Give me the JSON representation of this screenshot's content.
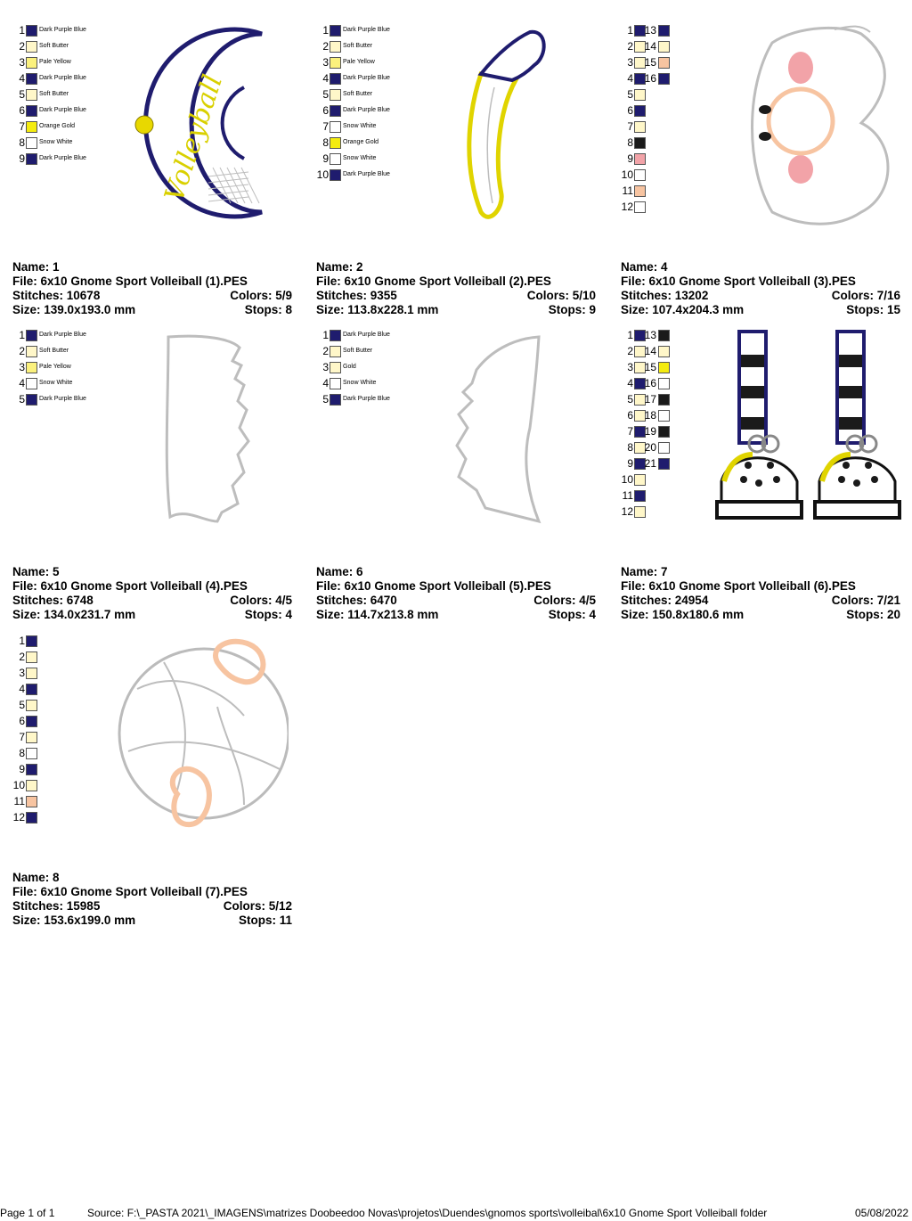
{
  "colors": {
    "Dark Purple Blue": "#1f1c6e",
    "Soft Butter": "#fff7c9",
    "Pale Yellow": "#fbf17d",
    "Orange Gold": "#f4ec10",
    "Gold": "#f6ea3a",
    "Snow White": "#ffffff",
    "Black": "#1a1a1a",
    "Pink": "#f2a3a8",
    "Peach": "#f7c4a1"
  },
  "labels": {
    "name": "Name:",
    "file": "File:",
    "stitches": "Stitches:",
    "colors": "Colors:",
    "size": "Size:",
    "stops": "Stops:"
  },
  "designs": [
    {
      "name": "1",
      "file": "6x10 Gnome Sport Volleiball (1).PES",
      "stitches": "10678",
      "colors": "5/9",
      "size": "139.0x193.0 mm",
      "stops": "8",
      "color_list": [
        {
          "n": "1",
          "c": "Dark Purple Blue",
          "label": "Dark Purple Blue"
        },
        {
          "n": "2",
          "c": "Soft Butter",
          "label": "Soft Butter"
        },
        {
          "n": "3",
          "c": "Pale Yellow",
          "label": "Pale Yellow"
        },
        {
          "n": "4",
          "c": "Dark Purple Blue",
          "label": "Dark Purple Blue"
        },
        {
          "n": "5",
          "c": "Soft Butter",
          "label": "Soft Butter"
        },
        {
          "n": "6",
          "c": "Dark Purple Blue",
          "label": "Dark Purple Blue"
        },
        {
          "n": "7",
          "c": "Orange Gold",
          "label": "Orange Gold"
        },
        {
          "n": "8",
          "c": "Snow White",
          "label": "Snow White"
        },
        {
          "n": "9",
          "c": "Dark Purple Blue",
          "label": "Dark Purple Blue"
        }
      ],
      "art_text": "Volleyball"
    },
    {
      "name": "2",
      "file": "6x10 Gnome Sport Volleiball (2).PES",
      "stitches": "9355",
      "colors": "5/10",
      "size": "113.8x228.1 mm",
      "stops": "9",
      "color_list": [
        {
          "n": "1",
          "c": "Dark Purple Blue",
          "label": "Dark Purple Blue"
        },
        {
          "n": "2",
          "c": "Soft Butter",
          "label": "Soft Butter"
        },
        {
          "n": "3",
          "c": "Pale Yellow",
          "label": "Pale Yellow"
        },
        {
          "n": "4",
          "c": "Dark Purple Blue",
          "label": "Dark Purple Blue"
        },
        {
          "n": "5",
          "c": "Soft Butter",
          "label": "Soft Butter"
        },
        {
          "n": "6",
          "c": "Dark Purple Blue",
          "label": "Dark Purple Blue"
        },
        {
          "n": "7",
          "c": "Snow White",
          "label": "Snow White"
        },
        {
          "n": "8",
          "c": "Orange Gold",
          "label": "Orange Gold"
        },
        {
          "n": "9",
          "c": "Snow White",
          "label": "Snow White"
        },
        {
          "n": "10",
          "c": "Dark Purple Blue",
          "label": "Dark Purple Blue"
        }
      ]
    },
    {
      "name": "4",
      "file": "6x10 Gnome Sport Volleiball (3).PES",
      "stitches": "13202",
      "colors": "7/16",
      "size": "107.4x204.3 mm",
      "stops": "15",
      "color_list": [
        {
          "n": "1",
          "c": "Dark Purple Blue",
          "n2": "13",
          "c2": "Dark Purple Blue"
        },
        {
          "n": "2",
          "c": "Soft Butter",
          "n2": "14",
          "c2": "Soft Butter"
        },
        {
          "n": "3",
          "c": "Soft Butter",
          "n2": "15",
          "c2": "Peach"
        },
        {
          "n": "4",
          "c": "Dark Purple Blue",
          "n2": "16",
          "c2": "Dark Purple Blue"
        },
        {
          "n": "5",
          "c": "Soft Butter"
        },
        {
          "n": "6",
          "c": "Dark Purple Blue"
        },
        {
          "n": "7",
          "c": "Soft Butter"
        },
        {
          "n": "8",
          "c": "Black"
        },
        {
          "n": "9",
          "c": "Pink"
        },
        {
          "n": "10",
          "c": "Snow White"
        },
        {
          "n": "11",
          "c": "Peach"
        },
        {
          "n": "12",
          "c": "Snow White"
        }
      ]
    },
    {
      "name": "5",
      "file": "6x10 Gnome Sport Volleiball (4).PES",
      "stitches": "6748",
      "colors": "4/5",
      "size": "134.0x231.7 mm",
      "stops": "4",
      "color_list": [
        {
          "n": "1",
          "c": "Dark Purple Blue",
          "label": "Dark Purple Blue"
        },
        {
          "n": "2",
          "c": "Soft Butter",
          "label": "Soft Butter"
        },
        {
          "n": "3",
          "c": "Pale Yellow",
          "label": "Pale Yellow"
        },
        {
          "n": "4",
          "c": "Snow White",
          "label": "Snow White"
        },
        {
          "n": "5",
          "c": "Dark Purple Blue",
          "label": "Dark Purple Blue"
        }
      ]
    },
    {
      "name": "6",
      "file": "6x10 Gnome Sport Volleiball (5).PES",
      "stitches": "6470",
      "colors": "4/5",
      "size": "114.7x213.8 mm",
      "stops": "4",
      "color_list": [
        {
          "n": "1",
          "c": "Dark Purple Blue",
          "label": "Dark Purple Blue"
        },
        {
          "n": "2",
          "c": "Soft Butter",
          "label": "Soft Butter"
        },
        {
          "n": "3",
          "c": "Soft Butter",
          "label": "Gold"
        },
        {
          "n": "4",
          "c": "Snow White",
          "label": "Snow White"
        },
        {
          "n": "5",
          "c": "Dark Purple Blue",
          "label": "Dark Purple Blue"
        }
      ]
    },
    {
      "name": "7",
      "file": "6x10 Gnome Sport Volleiball (6).PES",
      "stitches": "24954",
      "colors": "7/21",
      "size": "150.8x180.6 mm",
      "stops": "20",
      "color_list": [
        {
          "n": "1",
          "c": "Dark Purple Blue",
          "n2": "13",
          "c2": "Black"
        },
        {
          "n": "2",
          "c": "Soft Butter",
          "n2": "14",
          "c2": "Soft Butter"
        },
        {
          "n": "3",
          "c": "Soft Butter",
          "n2": "15",
          "c2": "Orange Gold"
        },
        {
          "n": "4",
          "c": "Dark Purple Blue",
          "n2": "16",
          "c2": "Snow White"
        },
        {
          "n": "5",
          "c": "Soft Butter",
          "n2": "17",
          "c2": "Black"
        },
        {
          "n": "6",
          "c": "Soft Butter",
          "n2": "18",
          "c2": "Snow White"
        },
        {
          "n": "7",
          "c": "Dark Purple Blue",
          "n2": "19",
          "c2": "Black"
        },
        {
          "n": "8",
          "c": "Soft Butter",
          "n2": "20",
          "c2": "Snow White"
        },
        {
          "n": "9",
          "c": "Dark Purple Blue",
          "n2": "21",
          "c2": "Dark Purple Blue"
        },
        {
          "n": "10",
          "c": "Soft Butter"
        },
        {
          "n": "11",
          "c": "Dark Purple Blue"
        },
        {
          "n": "12",
          "c": "Soft Butter"
        }
      ]
    },
    {
      "name": "8",
      "file": "6x10 Gnome Sport Volleiball (7).PES",
      "stitches": "15985",
      "colors": "5/12",
      "size": "153.6x199.0 mm",
      "stops": "11",
      "color_list": [
        {
          "n": "1",
          "c": "Dark Purple Blue"
        },
        {
          "n": "2",
          "c": "Soft Butter"
        },
        {
          "n": "3",
          "c": "Soft Butter"
        },
        {
          "n": "4",
          "c": "Dark Purple Blue"
        },
        {
          "n": "5",
          "c": "Soft Butter"
        },
        {
          "n": "6",
          "c": "Dark Purple Blue"
        },
        {
          "n": "7",
          "c": "Soft Butter"
        },
        {
          "n": "8",
          "c": "Snow White"
        },
        {
          "n": "9",
          "c": "Dark Purple Blue"
        },
        {
          "n": "10",
          "c": "Soft Butter"
        },
        {
          "n": "11",
          "c": "Peach"
        },
        {
          "n": "12",
          "c": "Dark Purple Blue"
        }
      ]
    }
  ],
  "footer": {
    "page": "Page 1 of 1",
    "source": "Source: F:\\_PASTA 2021\\_IMAGENS\\matrizes Doobeedoo Novas\\projetos\\Duendes\\gnomos sports\\volleibal\\6x10 Gnome Sport Volleiball folder",
    "date": "05/08/2022"
  }
}
